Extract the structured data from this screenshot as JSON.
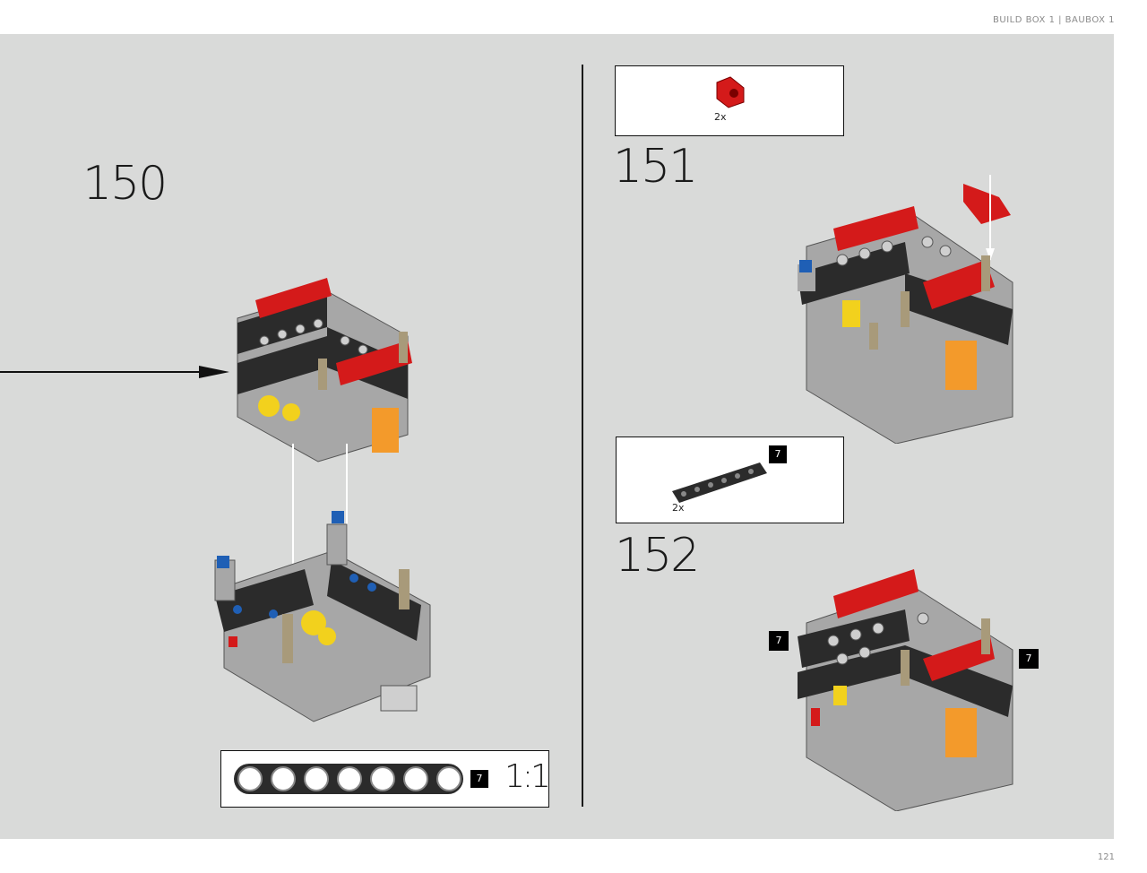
{
  "header": {
    "text": "BUILD BOX 1 | BAUBOX 1"
  },
  "page_number": "121",
  "steps": [
    {
      "number": "150",
      "ruler": {
        "badge": "7",
        "scale": "1:1"
      }
    },
    {
      "number": "151",
      "parts": {
        "qty": "2x"
      }
    },
    {
      "number": "152",
      "parts": {
        "qty": "2x",
        "badge": "7"
      },
      "callout_badges": [
        "7",
        "7"
      ]
    }
  ],
  "colors": {
    "background": "#d9dad9",
    "red": "#d41a1a",
    "dark": "#2b2b2b",
    "gray": "#a7a7a7",
    "yellow": "#f2d11d",
    "orange": "#f39a2b",
    "blue": "#1f5fb5",
    "tan": "#a89a7a"
  }
}
